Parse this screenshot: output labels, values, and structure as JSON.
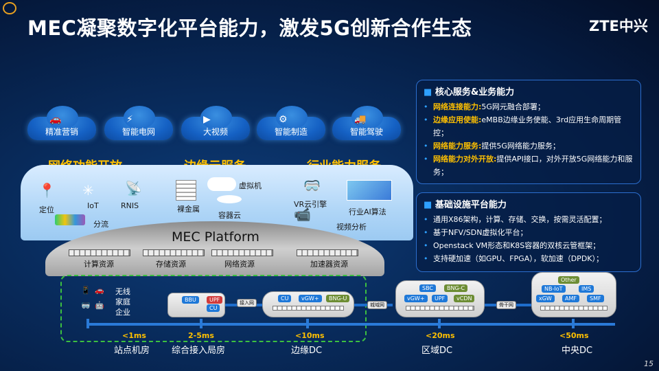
{
  "title": "MEC凝聚数字化平台能力，激发5G创新合作生态",
  "logo": "ZTE中兴",
  "page_number": "15",
  "apps": [
    {
      "label": "精准营销",
      "icon": "car-icon"
    },
    {
      "label": "智能电网",
      "icon": "grid-tower-icon"
    },
    {
      "label": "大视频",
      "icon": "video-icon"
    },
    {
      "label": "智能制造",
      "icon": "robot-arm-icon"
    },
    {
      "label": "智能驾驶",
      "icon": "truck-icon"
    }
  ],
  "sections": {
    "network": "网络功能开放",
    "edge": "边缘云服务",
    "industry": "行业能力服务"
  },
  "capabilities": {
    "location": "定位",
    "iot": "IoT",
    "rnis": "RNIS",
    "split": "分流",
    "bare_metal": "裸金属",
    "vm": "虚拟机",
    "container": "容器云",
    "vr": "VR云引擎",
    "ai": "行业AI算法",
    "video": "视频分析"
  },
  "platform": {
    "name": "MEC Platform",
    "resources": [
      "计算资源",
      "存储资源",
      "网络资源",
      "加速器资源"
    ]
  },
  "core_panel": {
    "heading": "核心服务&业务能力",
    "items": [
      {
        "key": "网络连接能力:",
        "text": "5G网元融合部署；"
      },
      {
        "key": "边缘应用使能:",
        "text": "eMBB边缘业务使能、3rd应用生命周期管控；"
      },
      {
        "key": "网络能力服务:",
        "text": "提供5G网络能力服务；"
      },
      {
        "key": "网络能力对外开放:",
        "text": "提供API接口，对外开放5G网络能力和服务；"
      }
    ]
  },
  "infra_panel": {
    "heading": "基础设施平台能力",
    "items": [
      "通用X86架构，计算、存储、交换，按需灵活配置；",
      "基于NFV/SDN虚拟化平台；",
      "Openstack VM形态和K8S容器的双核云管框架；",
      "支持硬加速（如GPU、FPGA），软加速（DPDK）；"
    ]
  },
  "devices": {
    "wireless": "无线",
    "home": "家庭",
    "enterprise": "企业"
  },
  "access_node": {
    "bbu": "BBU",
    "upf": "UPF",
    "cu": "CU"
  },
  "links": {
    "access_net": "接入网",
    "metro_net": "城域网",
    "backbone": "骨干网"
  },
  "edge_dc_tags": [
    "CU",
    "vGW+",
    "BNG-U"
  ],
  "region_dc_tags": {
    "top": [
      "SBC",
      "BNG-C"
    ],
    "bottom": [
      "vGW+",
      "UPF",
      "vCDN"
    ]
  },
  "central_dc_tags": {
    "top": [
      "Other"
    ],
    "mid": [
      "NB-IoT",
      "IMS"
    ],
    "bottom": [
      "xGW",
      "AMF",
      "SMF"
    ]
  },
  "timeline": [
    {
      "latency": "<1ms",
      "site": "站点机房"
    },
    {
      "latency": "2-5ms",
      "site": "综合接入局房"
    },
    {
      "latency": "<10ms",
      "site": "边缘DC"
    },
    {
      "latency": "<20ms",
      "site": "区域DC"
    },
    {
      "latency": "<50ms",
      "site": "中央DC"
    }
  ]
}
